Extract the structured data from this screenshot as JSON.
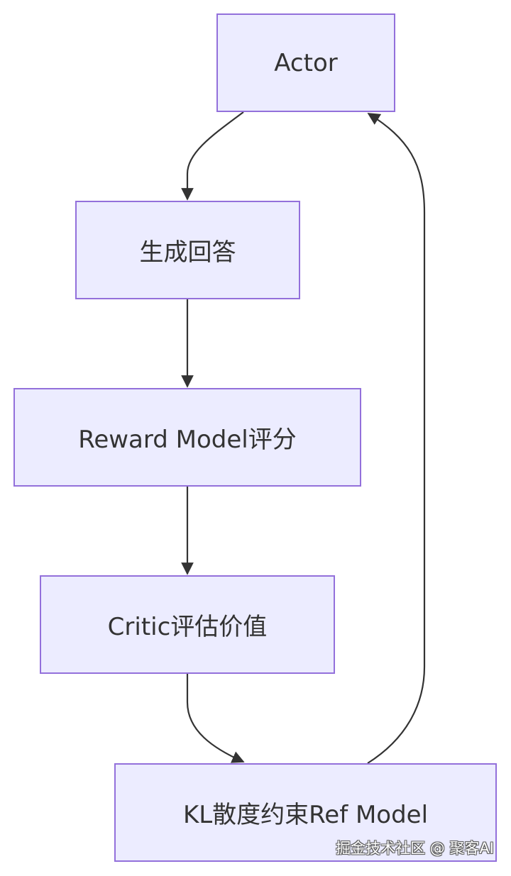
{
  "nodes": {
    "actor": "Actor",
    "generate": "生成回答",
    "reward": "Reward Model评分",
    "critic": "Critic评估价值",
    "kl": "KL散度约束Ref Model"
  },
  "edges": [
    {
      "from": "actor",
      "to": "generate"
    },
    {
      "from": "generate",
      "to": "reward"
    },
    {
      "from": "reward",
      "to": "critic"
    },
    {
      "from": "critic",
      "to": "kl"
    },
    {
      "from": "kl",
      "to": "actor"
    }
  ],
  "watermark": "掘金技术社区 @ 聚客AI",
  "colors": {
    "node_fill": "#ececff",
    "node_border": "#9370db",
    "edge": "#333333",
    "text": "#333333"
  }
}
